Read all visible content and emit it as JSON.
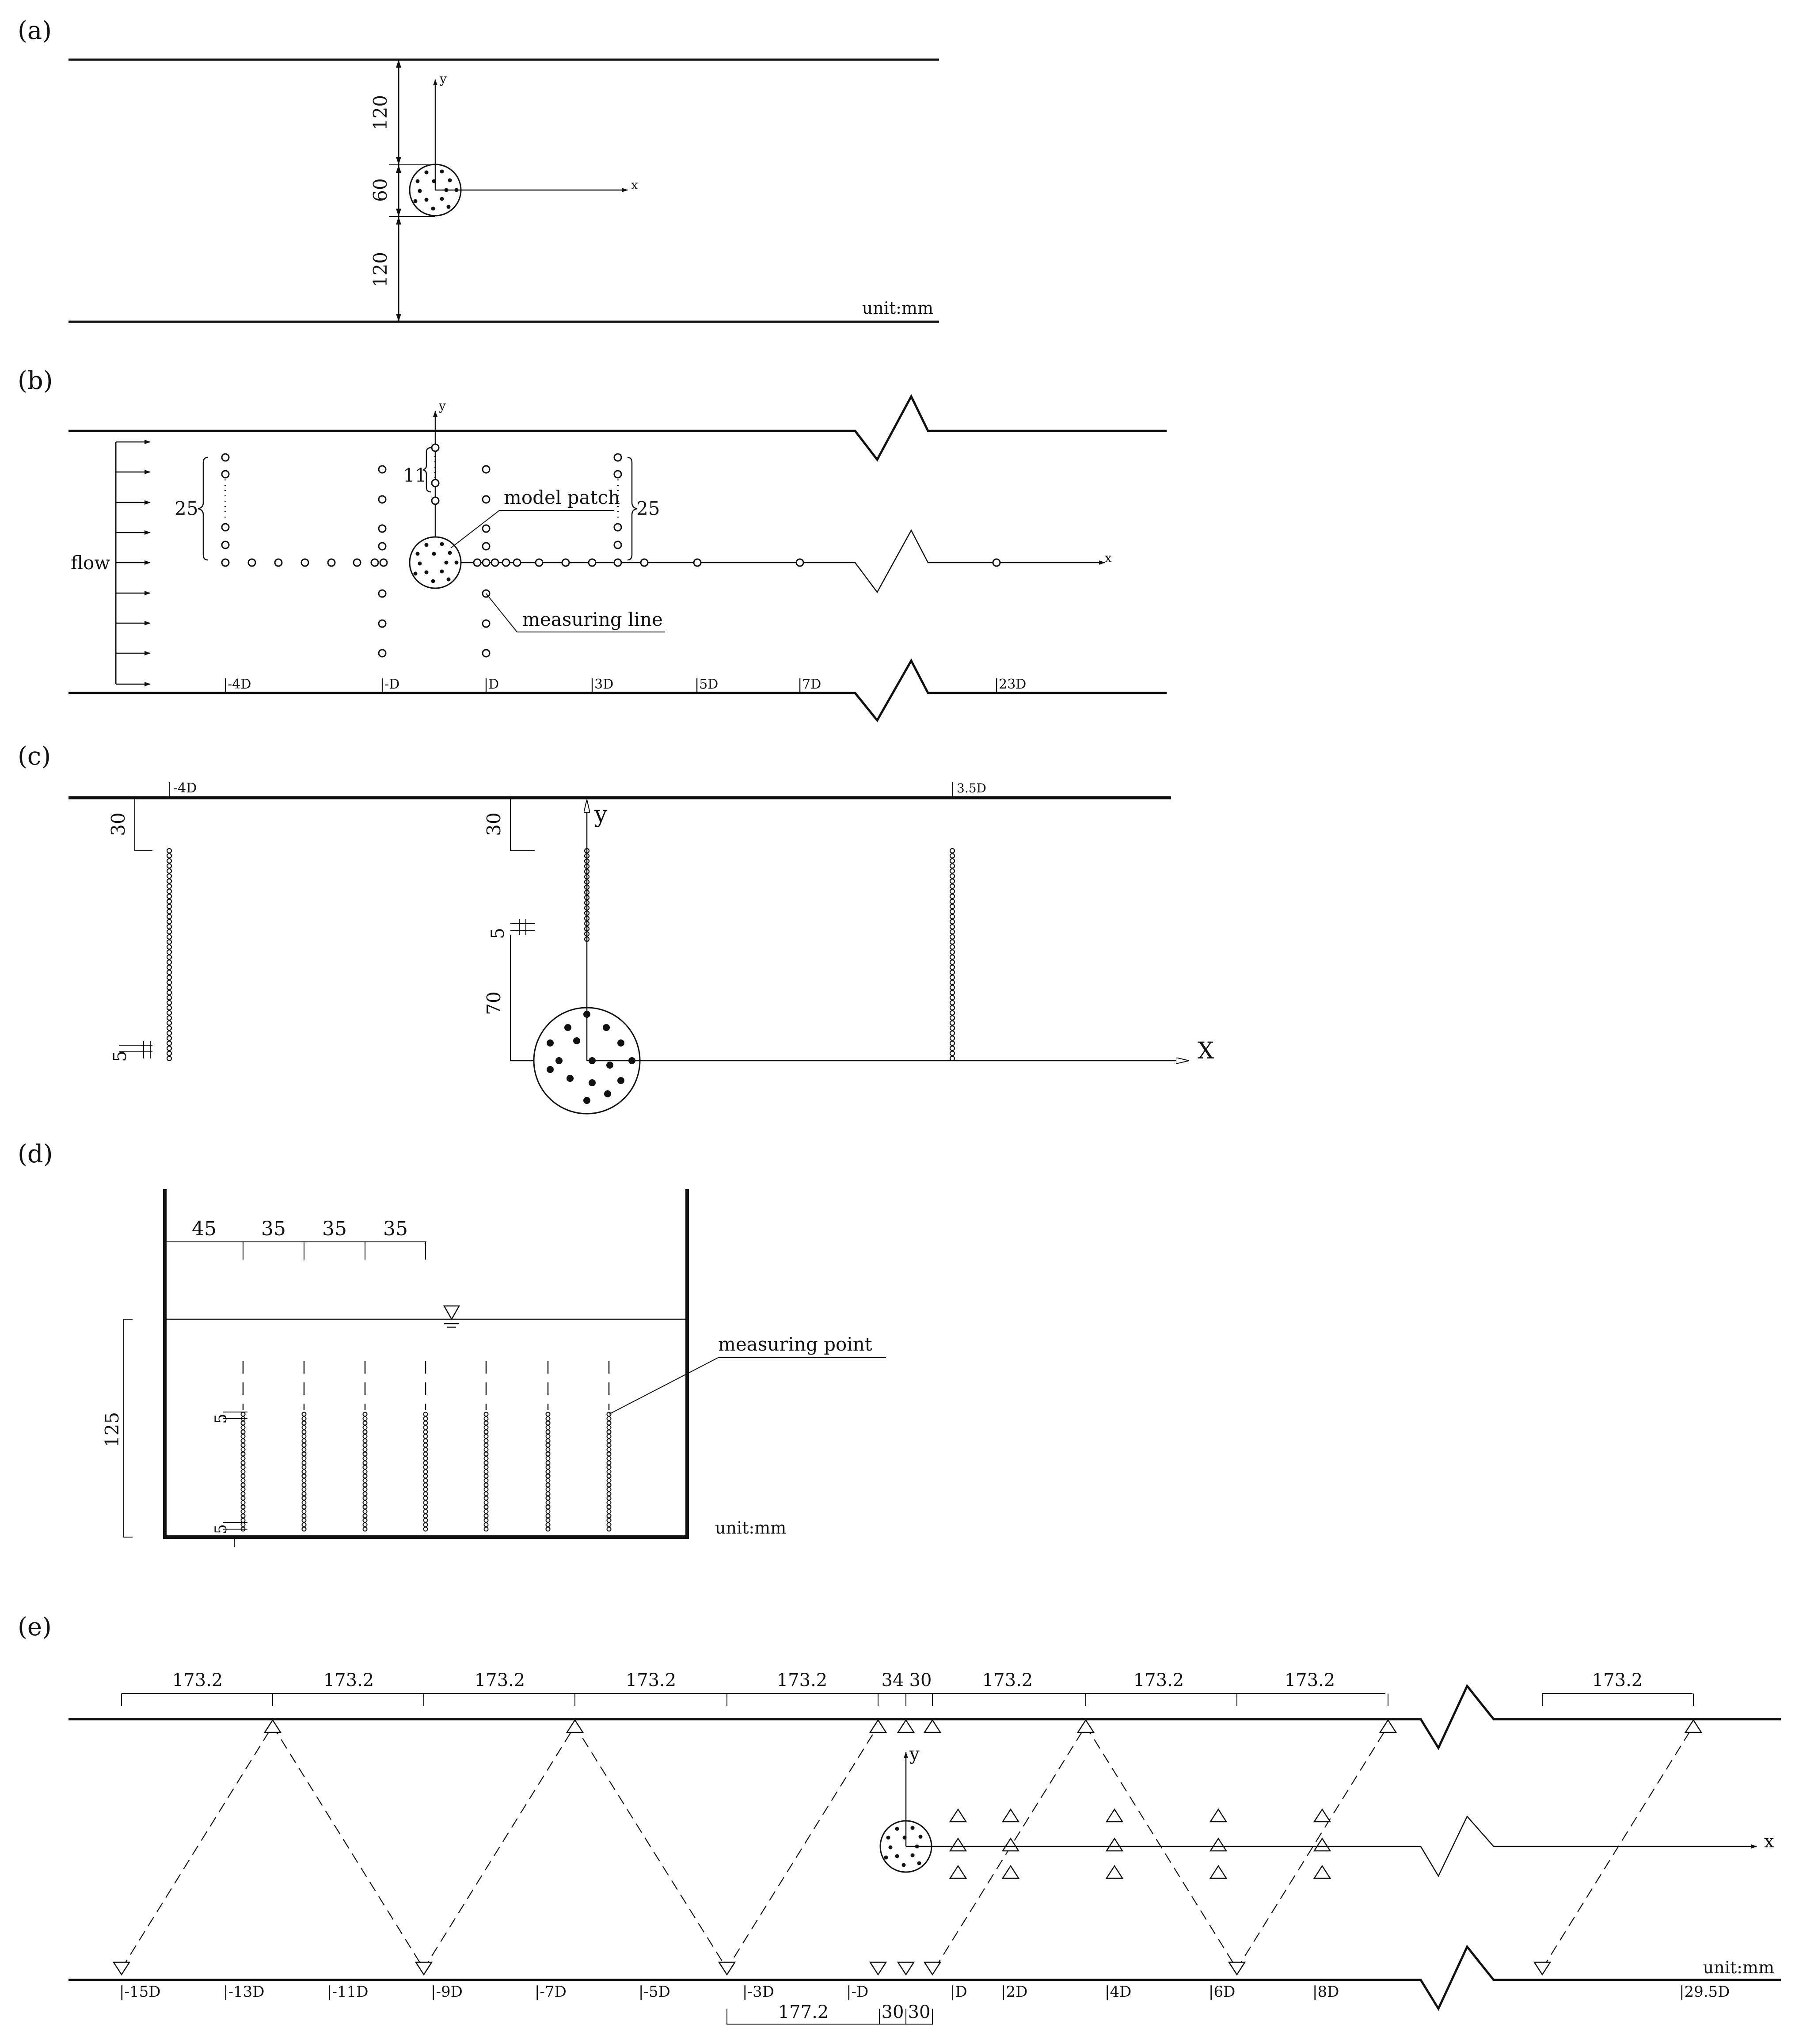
{
  "panels": {
    "a": {
      "label": "(a)",
      "dims": [
        "120",
        "60",
        "120"
      ],
      "unit": "unit:mm",
      "x_axis": "x",
      "y_axis": "y"
    },
    "b": {
      "label": "(b)",
      "flow": "flow",
      "model_patch": "model patch",
      "measuring_line": "measuring line",
      "dim_left": "25",
      "dim_right": "25",
      "dim_small": "11",
      "ticks": [
        "|-4D",
        "|-D",
        "|D",
        "|3D",
        "|5D",
        "|7D",
        "|23D"
      ],
      "x_axis": "x",
      "y_axis": "y"
    },
    "c": {
      "label": "(c)",
      "ticks": [
        "-4D",
        "3.5D"
      ],
      "dim_30_left": "30",
      "dim_30_mid": "30",
      "dim_5_left": "5",
      "dim_5_mid": "5",
      "dim_70": "70",
      "x_axis": "X",
      "y_axis": "y"
    },
    "d": {
      "label": "(d)",
      "top_dims": [
        "45",
        "35",
        "35",
        "35"
      ],
      "depth": "125",
      "measuring_point": "measuring point",
      "dim_5_top": "5",
      "dim_5_bottom": "5",
      "unit": "unit:mm"
    },
    "e": {
      "label": "(e)",
      "top_dims": [
        "173.2",
        "173.2",
        "173.2",
        "173.2",
        "173.2",
        "34",
        "30",
        "173.2",
        "173.2",
        "173.2",
        "173.2"
      ],
      "bottom_ticks": [
        "|-15D",
        "|-13D",
        "|-11D",
        "|-9D",
        "|-7D",
        "|-5D",
        "|-3D",
        "|-D",
        "|D",
        "|2D",
        "|4D",
        "|6D",
        "|8D",
        "|29.5D"
      ],
      "bottom_dims": [
        "177.2",
        "30",
        "30"
      ],
      "unit": "unit:mm",
      "x_axis": "x",
      "y_axis": "y"
    }
  }
}
